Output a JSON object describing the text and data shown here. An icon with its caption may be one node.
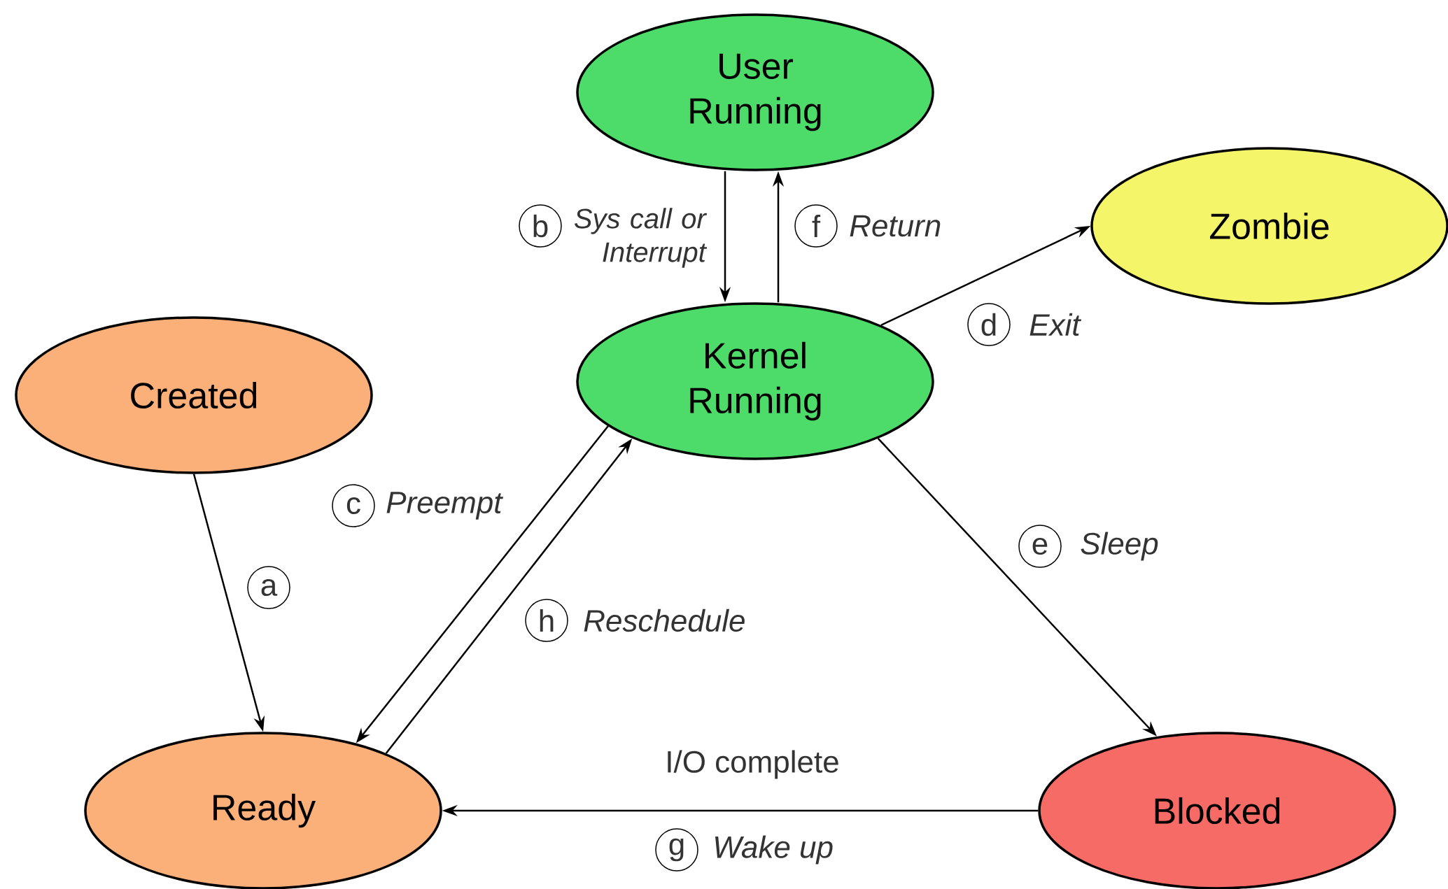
{
  "diagram": {
    "nodes": [
      {
        "text": [
          "User Running"
        ]
      },
      {
        "text": [
          "Zombie"
        ]
      },
      {
        "text": [
          "Created"
        ]
      },
      {
        "text": [
          "Kernel Running"
        ]
      },
      {
        "text": [
          "Ready"
        ]
      },
      {
        "text": [
          "Blocked"
        ]
      }
    ],
    "edges": [
      {
        "from": 2,
        "to": 4,
        "arrow": "to"
      },
      {
        "from": 0,
        "to": 3,
        "arrow": "to",
        "label": "Sys call or Interrupt"
      },
      {
        "from": 3,
        "to": 0,
        "arrow": "to",
        "label": "Return"
      },
      {
        "from": 3,
        "to": 1,
        "arrow": "to",
        "label": "Exit"
      },
      {
        "from": 3,
        "to": 4,
        "arrow": "to",
        "label": "Preempt"
      },
      {
        "from": 4,
        "to": 3,
        "arrow": "to",
        "label": "Reschedule"
      },
      {
        "from": 3,
        "to": 5,
        "arrow": "to",
        "label": "Sleep"
      },
      {
        "from": 5,
        "to": 4,
        "arrow": "to",
        "label": "I/O complete"
      }
    ],
    "labels": [
      "b",
      "f",
      "d",
      "c",
      "a",
      "h",
      "e",
      "g",
      "Wake up"
    ]
  }
}
